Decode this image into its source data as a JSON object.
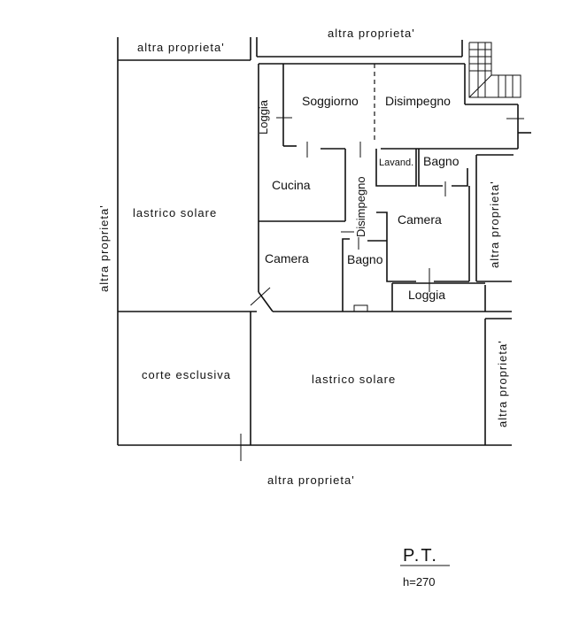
{
  "labels": {
    "top_left_neighbor": "altra proprieta'",
    "top_neighbor": "altra proprieta'",
    "left_neighbor": "altra proprieta'",
    "right_neighbor_upper": "altra proprieta'",
    "right_neighbor_lower": "altra proprieta'",
    "bottom_neighbor": "altra proprieta'",
    "lastrico_upper": "lastrico solare",
    "lastrico_lower": "lastrico solare",
    "corte": "corte esclusiva"
  },
  "rooms": {
    "loggia_left": "Loggia",
    "soggiorno": "Soggiorno",
    "disimpegno_upper": "Disimpegno",
    "cucina": "Cucina",
    "disimpegno_vertical": "Disimpegno",
    "lavanderia": "Lavand.",
    "bagno_upper": "Bagno",
    "camera_right": "Camera",
    "camera_left": "Camera",
    "bagno_lower": "Bagno",
    "loggia_bottom": "Loggia"
  },
  "title": {
    "floor": "P.T.",
    "height": "h=270"
  }
}
